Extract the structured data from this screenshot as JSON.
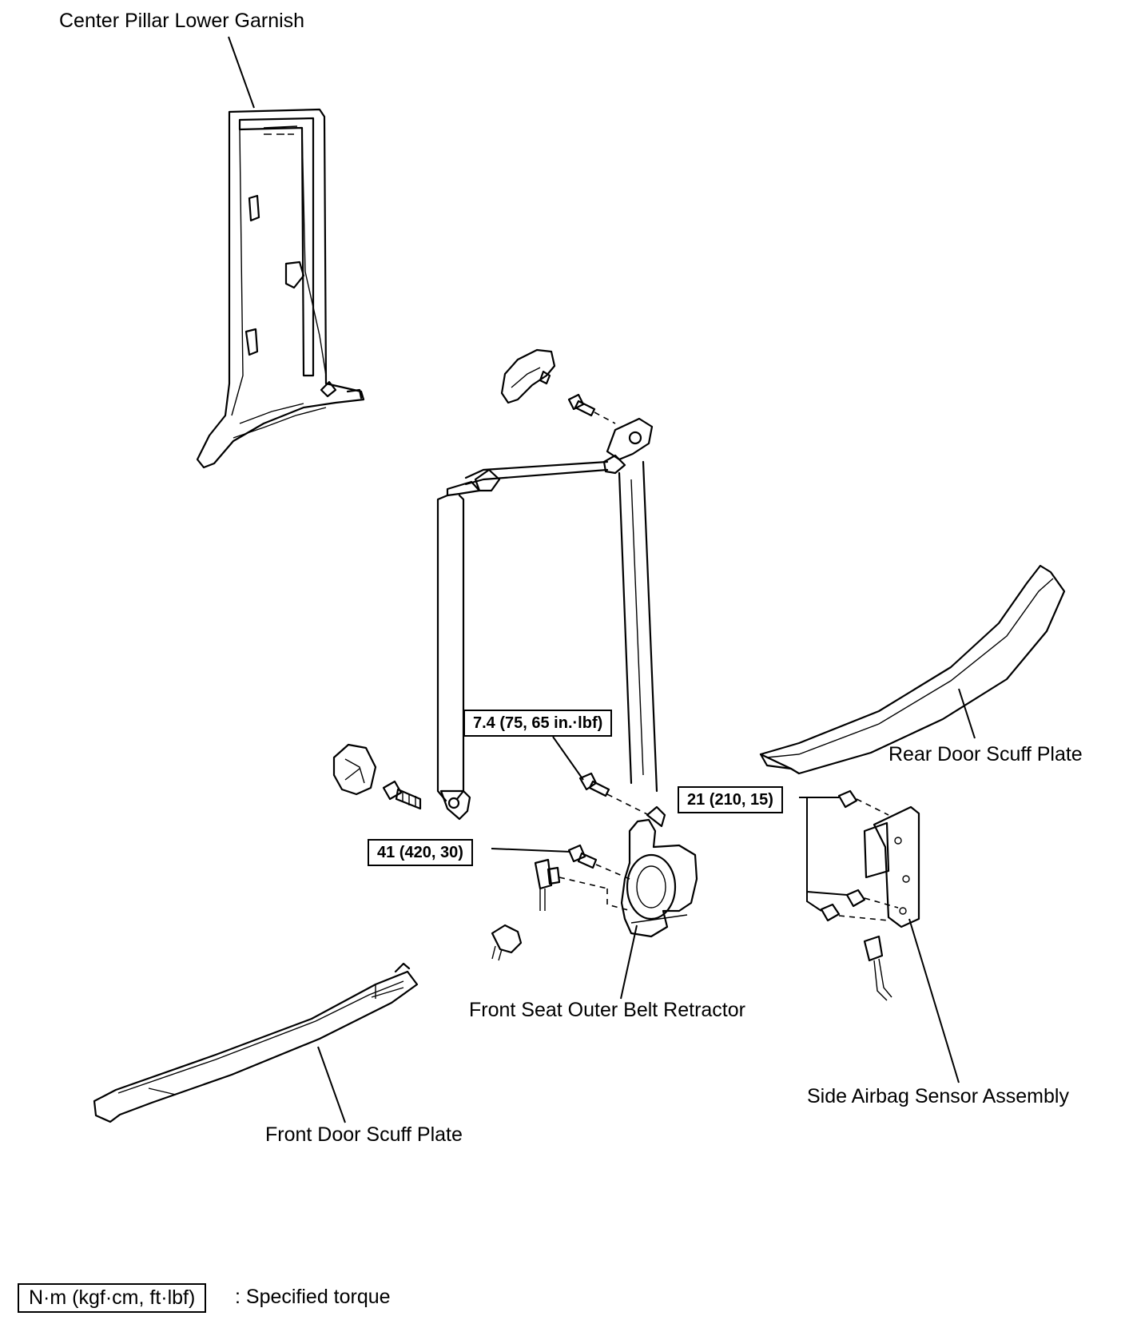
{
  "labels": {
    "center_pillar_lower_garnish": "Center Pillar Lower Garnish",
    "rear_door_scuff_plate": "Rear Door Scuff Plate",
    "front_seat_outer_belt_retractor": "Front Seat Outer Belt Retractor",
    "side_airbag_sensor_assembly": "Side Airbag Sensor Assembly",
    "front_door_scuff_plate": "Front Door Scuff Plate"
  },
  "torque_specs": {
    "retractor_upper_bolt": "7.4 (75, 65 in.·lbf)",
    "anchor_bolt": "41 (420, 30)",
    "sensor_bolts": "21 (210, 15)"
  },
  "legend": {
    "unit_box": "N·m (kgf·cm, ft·lbf)",
    "description": ": Specified torque"
  }
}
